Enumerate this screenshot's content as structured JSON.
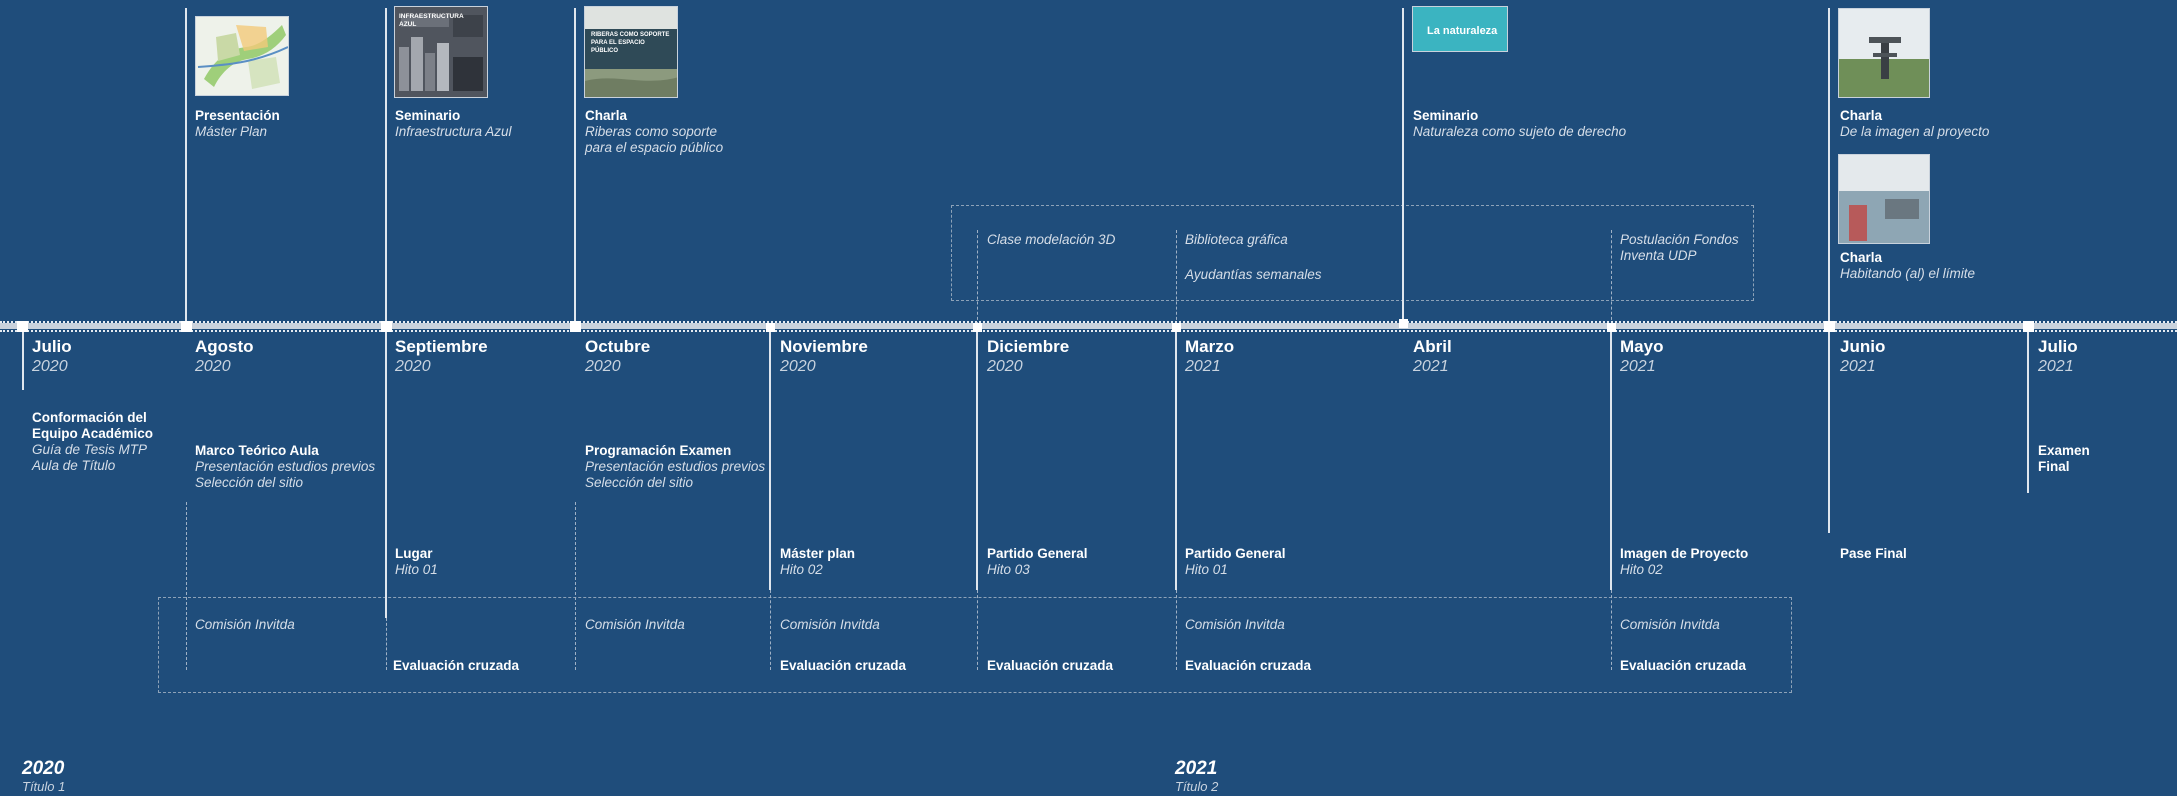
{
  "months": [
    {
      "month": "Julio",
      "year": "2020"
    },
    {
      "month": "Agosto",
      "year": "2020"
    },
    {
      "month": "Septiembre",
      "year": "2020"
    },
    {
      "month": "Octubre",
      "year": "2020"
    },
    {
      "month": "Noviembre",
      "year": "2020"
    },
    {
      "month": "Diciembre",
      "year": "2020"
    },
    {
      "month": "Marzo",
      "year": "2021"
    },
    {
      "month": "Abril",
      "year": "2021"
    },
    {
      "month": "Mayo",
      "year": "2021"
    },
    {
      "month": "Junio",
      "year": "2021"
    },
    {
      "month": "Julio",
      "year": "2021"
    }
  ],
  "events_top": [
    {
      "title": "Presentación",
      "subtitle": "Máster Plan",
      "subtitle2": ""
    },
    {
      "title": "Seminario",
      "subtitle": "Infraestructura Azul",
      "subtitle2": "",
      "thumb_text": "INFRAESTRUCTURA AZUL"
    },
    {
      "title": "Charla",
      "subtitle": "Riberas como soporte",
      "subtitle2": "para el espacio público",
      "thumb_text": "RIBERAS COMO SOPORTE PARA EL ESPACIO PÚBLICO"
    },
    {
      "title": "Seminario",
      "subtitle": "Naturaleza como sujeto de derecho",
      "subtitle2": "",
      "thumb_text": "La naturaleza"
    },
    {
      "title": "Charla",
      "subtitle": "De la imagen al proyecto",
      "subtitle2": ""
    },
    {
      "title": "Charla",
      "subtitle": "Habitando (al) el límite",
      "subtitle2": ""
    }
  ],
  "weekly": {
    "clase": "Clase modelación 3D",
    "biblioteca": "Biblioteca gráfica",
    "ayudantias": "Ayudantías semanales",
    "postulacion_1": "Postulación Fondos",
    "postulacion_2": "Inventa UDP"
  },
  "activities": {
    "julio": {
      "title_1": "Conformación del",
      "title_2": "Equipo Académico",
      "sub_1": "Guía de Tesis MTP",
      "sub_2": "Aula de Título"
    },
    "agosto": {
      "title": "Marco Teórico Aula",
      "sub_1": "Presentación estudios previos",
      "sub_2": "Selección del sitio"
    },
    "octubre": {
      "title": "Programación Examen",
      "sub_1": "Presentación estudios previos",
      "sub_2": "Selección del sitio"
    },
    "julio2021": {
      "title_1": "Examen",
      "title_2": "Final"
    }
  },
  "milestones": [
    {
      "title": "Lugar",
      "sub": "Hito 01"
    },
    {
      "title": "Máster plan",
      "sub": "Hito 02"
    },
    {
      "title": "Partido General",
      "sub": "Hito 03"
    },
    {
      "title": "Partido General",
      "sub": "Hito 01"
    },
    {
      "title": "Imagen de Proyecto",
      "sub": "Hito 02"
    },
    {
      "title": "Pase Final",
      "sub": ""
    }
  ],
  "review": {
    "comision": "Comisión Invitda",
    "evaluacion": "Evaluación cruzada"
  },
  "periods": [
    {
      "year": "2020",
      "label": "Título 1"
    },
    {
      "year": "2021",
      "label": "Título 2"
    }
  ],
  "colors": {
    "background": "#1f4d7b",
    "timeline": "#c9d2dc",
    "dash": "#8da2b8"
  }
}
